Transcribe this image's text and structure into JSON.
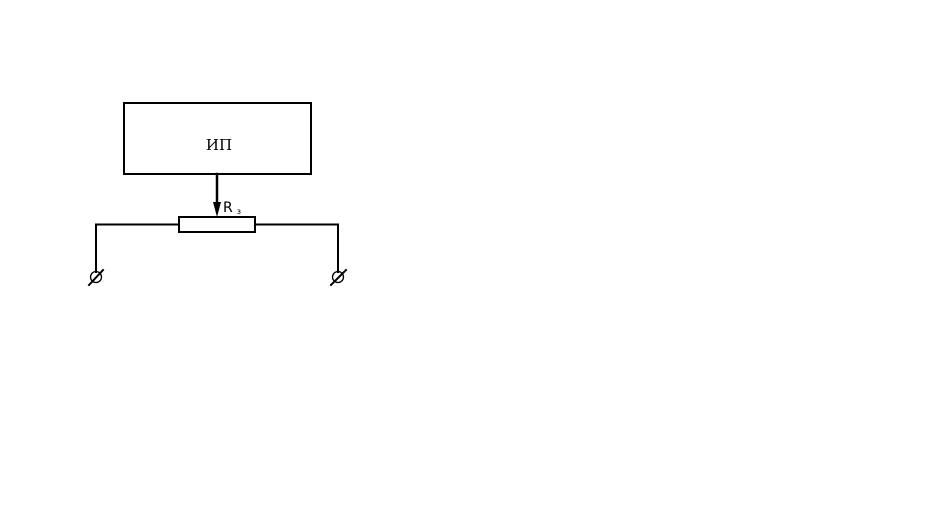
{
  "diagram": {
    "block_label": "ИП",
    "resistor_label": "R",
    "resistor_subscript": "з"
  }
}
